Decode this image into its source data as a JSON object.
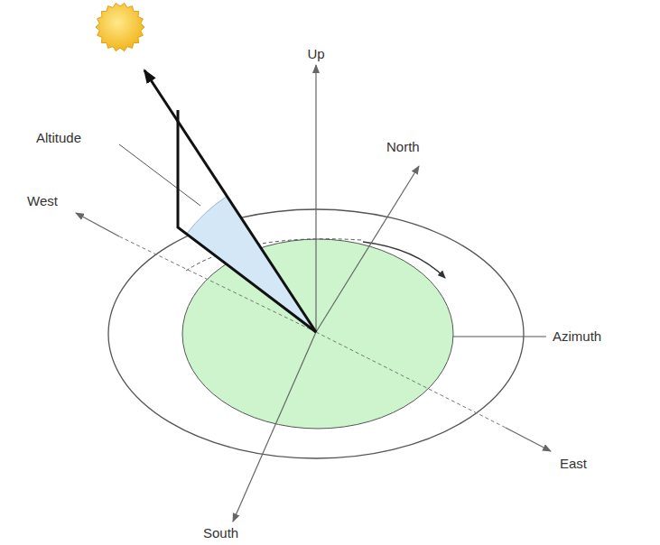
{
  "diagram": {
    "labels": [
      "Up",
      "North",
      "Altitude",
      "West",
      "Azimuth",
      "East",
      "South"
    ]
  }
}
